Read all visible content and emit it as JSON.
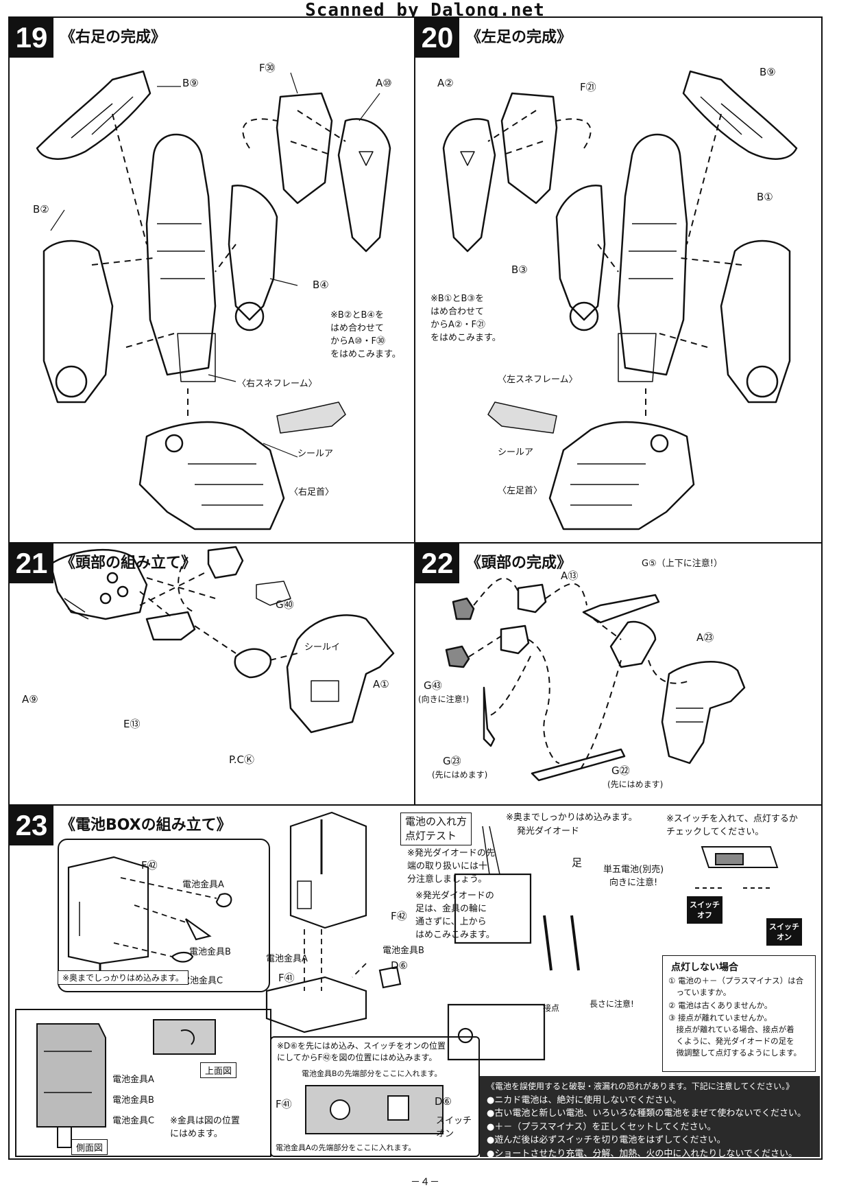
{
  "header": {
    "scan_credit": "Scanned by Dalong.net"
  },
  "step19": {
    "number": "19",
    "title": "《右足の完成》",
    "labels": {
      "b9": "B⑨",
      "f30": "F㉚",
      "a10": "A⑩",
      "b2": "B②",
      "b4": "B④",
      "frame": "〈右スネフレーム〉",
      "seal": "シールア",
      "ankle": "〈右足首〉"
    },
    "note": "※B②とB④を\nはめ合わせて\nからA⑩・F㉚\nをはめこみます。"
  },
  "step20": {
    "number": "20",
    "title": "《左足の完成》",
    "labels": {
      "a2": "A②",
      "f21": "F㉑",
      "b9": "B⑨",
      "b1": "B①",
      "b3": "B③",
      "frame": "〈左スネフレーム〉",
      "seal": "シールア",
      "ankle": "〈左足首〉"
    },
    "note": "※B①とB③を\nはめ合わせて\nからA②・F㉑\nをはめこみます。"
  },
  "step21": {
    "number": "21",
    "title": "《頭部の組み立て》",
    "labels": {
      "g40": "G㊵",
      "seal": "シールイ",
      "a1": "A①",
      "a9": "A⑨",
      "e13": "E⑬",
      "pc": "P.CⓀ"
    }
  },
  "step22": {
    "number": "22",
    "title": "《頭部の完成》",
    "labels": {
      "a13": "A⑬",
      "g5": "G⑤（上下に注意!）",
      "a23": "A㉓",
      "g43": "G㊸",
      "g43_note": "(向きに注意!)",
      "g23": "G㉓",
      "g23_note": "(先にはめます)",
      "g22": "G㉒",
      "g22_note": "(先にはめます)"
    }
  },
  "step23": {
    "number": "23",
    "title": "《電池BOXの組み立て》",
    "left_box": {
      "f42": "F㊷",
      "contact_a": "電池金具A",
      "contact_b": "電池金具B",
      "contact_c": "電池金具C",
      "note": "※奥までしっかりはめ込みます。"
    },
    "side_view": {
      "contact_a": "電池金具A",
      "contact_b": "電池金具B",
      "contact_c": "電池金具C",
      "side_label": "側面図",
      "top_label": "上面図",
      "note": "※金具は図の位置\nにはめます。"
    },
    "center": {
      "f42": "F㊷",
      "contact_a": "電池金具A",
      "contact_b": "電池金具B",
      "d6": "D⑥",
      "f41": "F㊶"
    },
    "bubble": {
      "note": "※D⑥を先にはめ込み、スイッチをオンの位置\nにしてからF㊷を図の位置にはめ込みます。",
      "top_label": "電池金具Bの先端部分をここに入れます。",
      "f41": "F㊶",
      "d6": "D⑥",
      "switch_on": "スイッチ\nオン",
      "bottom_label": "電池金具Aの先端部分をここに入れます。"
    },
    "battery_test": {
      "heading": "電池の入れ方\n点灯テスト",
      "note1": "※発光ダイオードの先\n端の取り扱いには十\n分注意しましょう。",
      "note2": "※発光ダイオードの\n足は、金具の輪に\n通さずに、上から\nはめこみこみます。",
      "top_note": "※奥までしっかりはめ込みます。",
      "led": "発光ダイオード",
      "leg": "足",
      "battery": "単五電池(別売)\n向きに注意!",
      "contact": "接点",
      "length": "長さに注意!"
    },
    "switch": {
      "note": "※スイッチを入れて、点灯するか\nチェックしてください。",
      "off": "スイッチ\nオフ",
      "on": "スイッチ\nオン"
    },
    "trouble": {
      "title": "点灯しない場合",
      "items": [
        "① 電池の＋－（プラスマイナス）は合\n　っていますか。",
        "② 電池は古くありませんか。",
        "③ 接点が離れていませんか。\n　接点が離れている場合、接点が着\n　くように、発光ダイオードの足を\n　微調整して点灯するようにします。"
      ]
    },
    "warning": {
      "title": "《電池を誤使用すると破裂・液漏れの恐れがあります。下記に注意してください。》",
      "items": [
        "●ニカド電池は、絶対に使用しないでください。",
        "●古い電池と新しい電池、いろいろな種類の電池をまぜて使わないでください。",
        "●＋－（プラスマイナス）を正しくセットしてください。",
        "●遊んだ後は必ずスイッチを切り電池をはずしてください。",
        "●ショートさせたり充電、分解、加熱、火の中に入れたりしないでください。"
      ]
    }
  },
  "footer": {
    "page": "－４－"
  }
}
